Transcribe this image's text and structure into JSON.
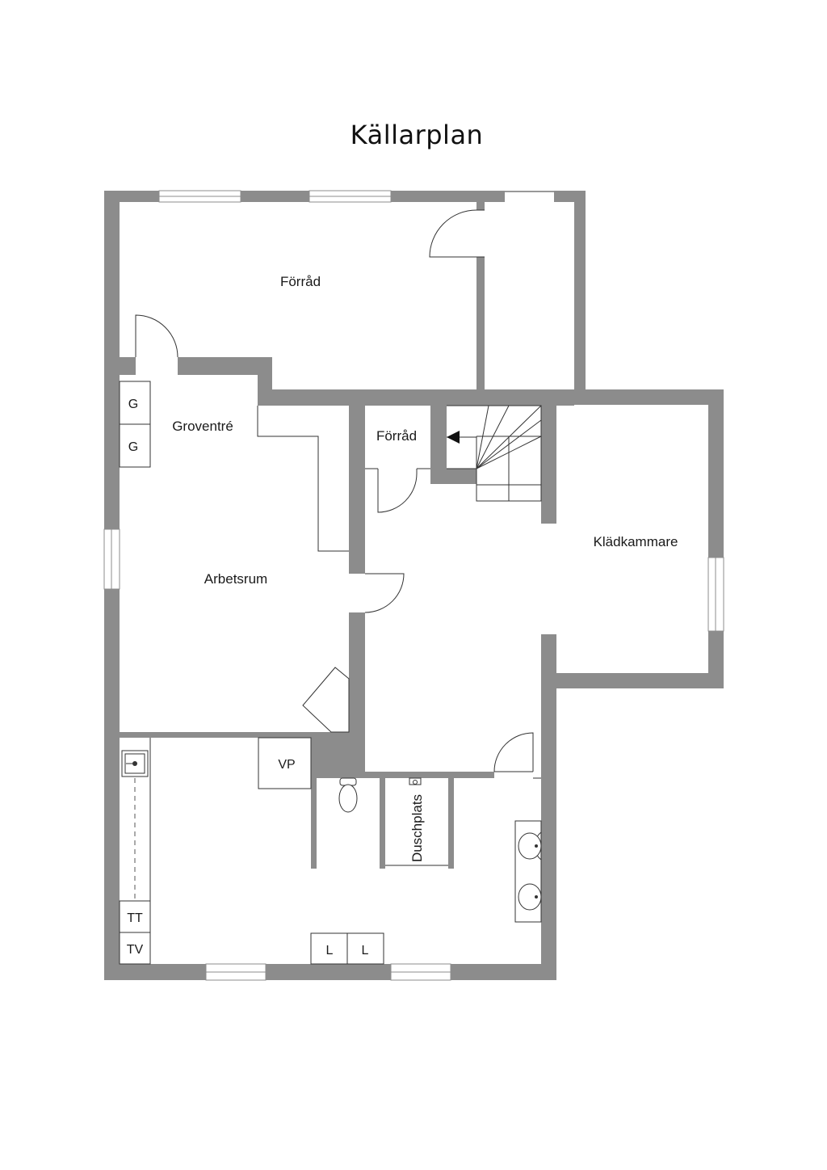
{
  "title": "Källarplan",
  "rooms": {
    "forrad_large": "Förråd",
    "forrad_small": "Förråd",
    "groventre": "Groventré",
    "arbetsrum": "Arbetsrum",
    "kladkammare": "Klädkammare",
    "duschplats": "Duschplats"
  },
  "fixtures": {
    "g1": "G",
    "g2": "G",
    "vp": "VP",
    "tt": "TT",
    "tv": "TV",
    "l1": "L",
    "l2": "L"
  },
  "colors": {
    "wall": "#8c8c8c",
    "line": "#333333",
    "background": "#ffffff"
  },
  "icons": {
    "stair_direction": "arrow-left-icon",
    "toilet": "toilet-icon",
    "sink": "sink-icon",
    "washbasin": "washbasin-icon",
    "shower_mixer": "shower-mixer-icon"
  }
}
